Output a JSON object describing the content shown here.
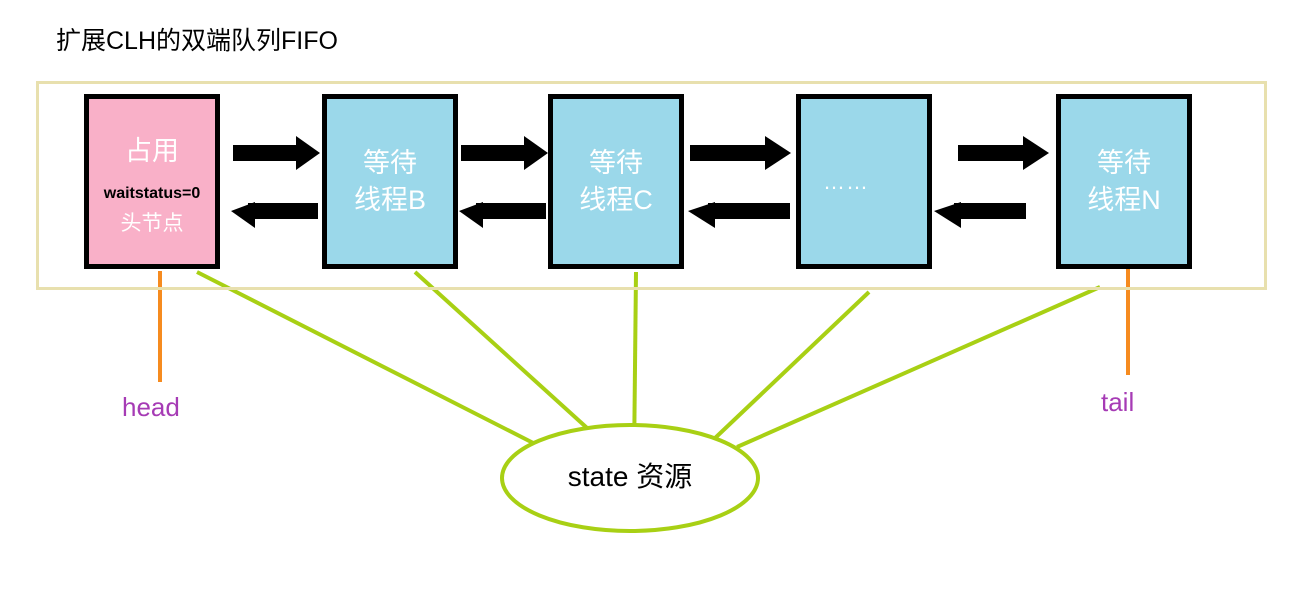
{
  "title": "扩展CLH的双端队列FIFO",
  "colors": {
    "container_border": "#e8e0ae",
    "head_node_fill": "#f9b0c8",
    "wait_node_fill": "#9bd8ea",
    "node_border": "#000000",
    "arrow": "#000000",
    "pointer_line": "#f68b1f",
    "resource_line": "#a8d014",
    "endpoint_label": "#a63bb5",
    "text_on_node": "#ffffff",
    "waitstatus_text": "#000000"
  },
  "queue": {
    "nodes": [
      {
        "id": "head-node",
        "kind": "head",
        "main_text": "占用",
        "waitstatus": "waitstatus=0",
        "subtitle": "头节点"
      },
      {
        "id": "node-b",
        "kind": "waiting",
        "line1": "等待",
        "line2": "线程B"
      },
      {
        "id": "node-c",
        "kind": "waiting",
        "line1": "等待",
        "line2": "线程C"
      },
      {
        "id": "node-ellipsis",
        "kind": "ellipsis",
        "dots": "……"
      },
      {
        "id": "node-n",
        "kind": "waiting",
        "line1": "等待",
        "line2": "线程N"
      }
    ],
    "links": [
      {
        "from": "head-node",
        "to": "node-b",
        "forward_icon": "arrow-right-icon",
        "backward_icon": "arrow-left-icon"
      },
      {
        "from": "node-b",
        "to": "node-c",
        "forward_icon": "arrow-right-icon",
        "backward_icon": "arrow-left-icon"
      },
      {
        "from": "node-c",
        "to": "node-ellipsis",
        "forward_icon": "arrow-right-icon",
        "backward_icon": "arrow-left-icon"
      },
      {
        "from": "node-ellipsis",
        "to": "node-n",
        "forward_icon": "arrow-right-icon",
        "backward_icon": "arrow-left-icon"
      }
    ]
  },
  "pointers": {
    "head": "head",
    "tail": "tail"
  },
  "resource": {
    "label": "state 资源",
    "shape": "ellipse",
    "connected_nodes": [
      "head-node",
      "node-b",
      "node-c",
      "node-ellipsis",
      "node-n"
    ]
  }
}
